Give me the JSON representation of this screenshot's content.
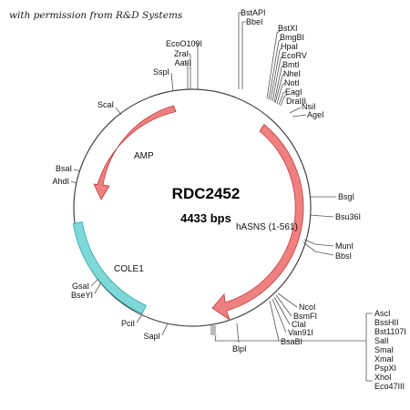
{
  "credit": "with permission from R&D Systems",
  "plasmid": {
    "name": "RDC2452",
    "size": "4433 bps"
  },
  "colors": {
    "backbone": "#444444",
    "arrow_fill": "#ef8080",
    "arrow_stroke": "#c03a3a",
    "ori_fill": "#7fd8d8",
    "ori_stroke": "#2aa9a9"
  },
  "features": [
    {
      "id": "hasns",
      "label": "hASNS (1-561)",
      "type": "cds-arrow"
    },
    {
      "id": "amp",
      "label": "AMP",
      "type": "cds-arrow"
    },
    {
      "id": "cole1",
      "label": "COLE1",
      "type": "origin"
    }
  ],
  "sites": {
    "bstapi": "BstAPI",
    "bbei": "BbeI",
    "bstxi": "BstXI",
    "bmgbi": "BmgBI",
    "hpai": "HpaI",
    "ecorv": "EcoRV",
    "bmti": "BmtI",
    "nhei": "NheI",
    "noti": "NotI",
    "eagi": "EagI",
    "draiii": "DraIII",
    "nsii": "NsiI",
    "agei": "AgeI",
    "eco0109i": "EcoO109I",
    "zrai": "ZraI",
    "aatii": "AatII",
    "sspi": "SspI",
    "scai": "ScaI",
    "bsai": "BsaI",
    "ahdi": "AhdI",
    "bsgi": "BsgI",
    "bsu36i": "Bsu36I",
    "muni": "MunI",
    "bbsi": "BbsI",
    "ncoi": "NcoI",
    "bsmfi": "BsmFI",
    "clai": "ClaI",
    "van91i": "Van91I",
    "bsabi": "BsaBI",
    "gsai": "GsaI",
    "bseyi": "BseYI",
    "pcii": "PciI",
    "sapi": "SapI",
    "blpi": "BlpI",
    "asci": "AscI",
    "bsshii": "BssHII",
    "bst1107i": "Bst1107I",
    "sali": "SalI",
    "smai": "SmaI",
    "xmai": "XmaI",
    "pspxi": "PspXI",
    "xhoi": "XhoI",
    "eco47iii": "Eco47III"
  }
}
